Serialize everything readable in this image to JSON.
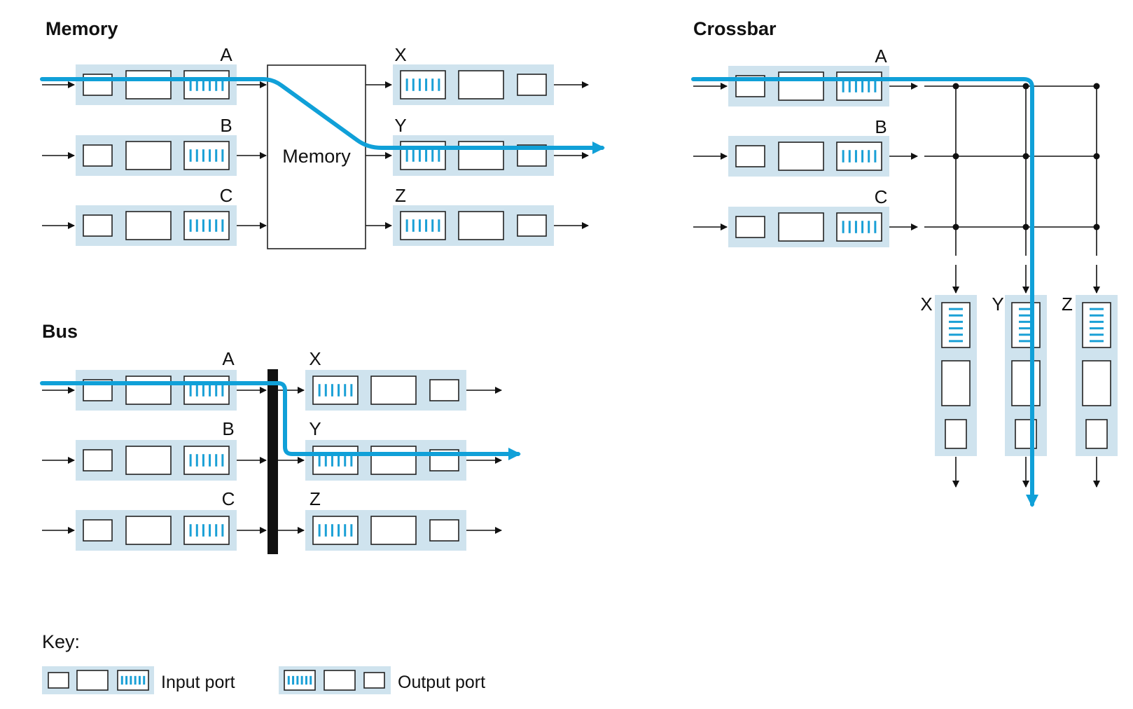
{
  "sections": {
    "memory": {
      "title": "Memory",
      "fabric_label": "Memory"
    },
    "crossbar": {
      "title": "Crossbar"
    },
    "bus": {
      "title": "Bus"
    }
  },
  "ports": {
    "inputs": [
      "A",
      "B",
      "C"
    ],
    "outputs": [
      "X",
      "Y",
      "Z"
    ]
  },
  "key": {
    "title": "Key:",
    "input_port": "Input port",
    "output_port": "Output port"
  },
  "colors": {
    "port_background": "#cfe3ee",
    "packet_path": "#10a0d8",
    "queue_bars": "#1aa0d6",
    "bus_bar": "#111111"
  }
}
